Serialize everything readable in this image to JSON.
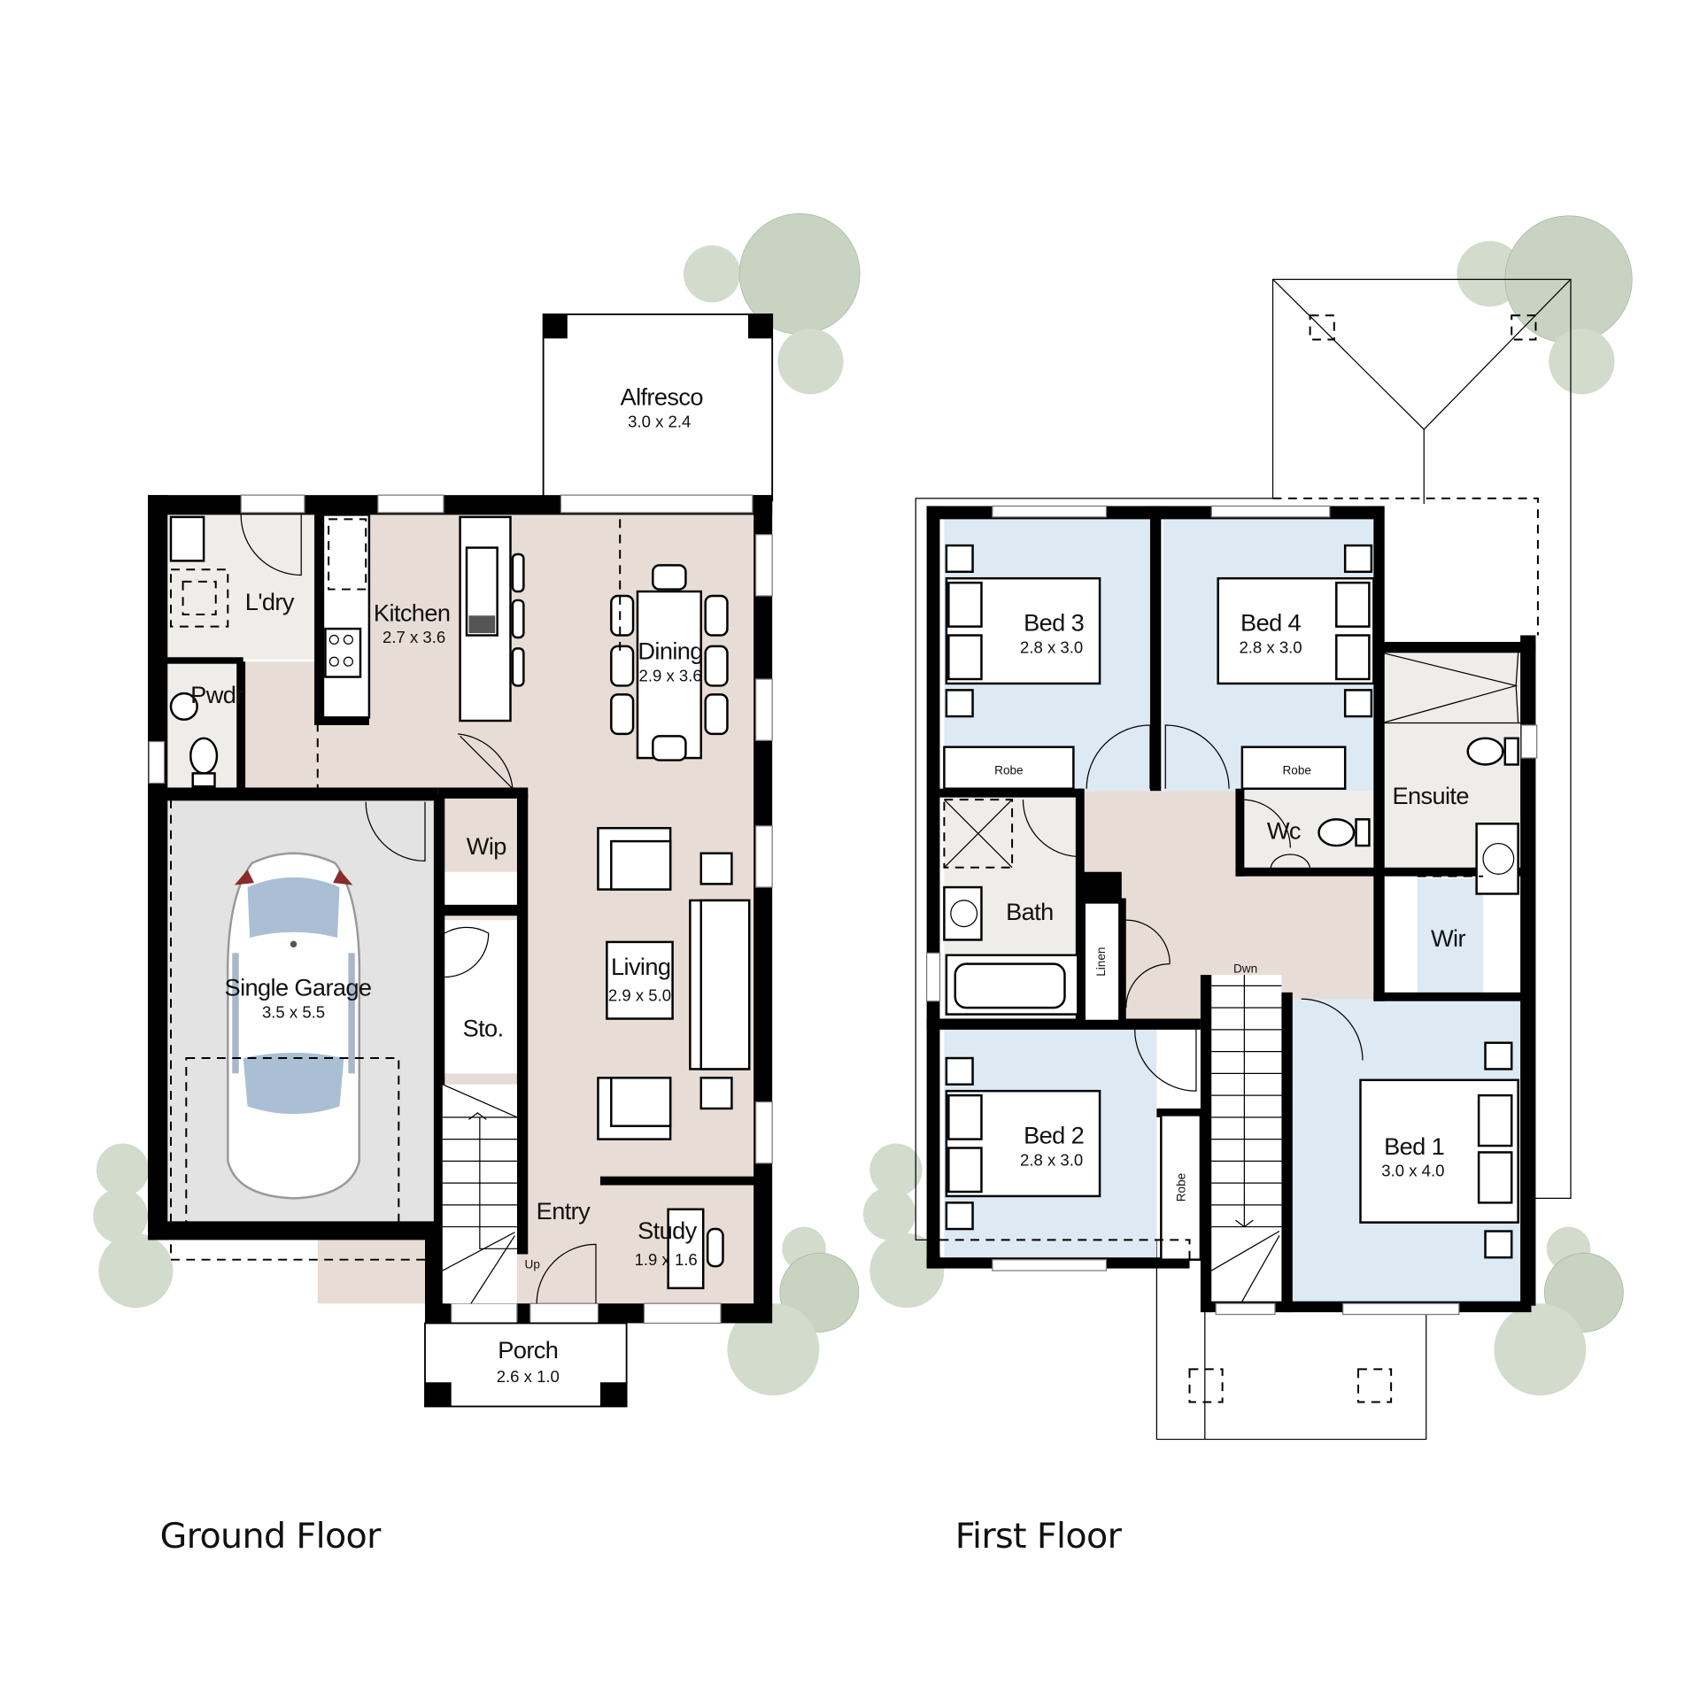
{
  "colors": {
    "living_floor": "#e8ddd6",
    "bedroom_floor": "#dde9f3",
    "wet_area_floor": "#efede9",
    "garage_floor": "#e3e3e3",
    "wall": "#000000",
    "tree": "#d3dbcc"
  },
  "ground_floor": {
    "title": "Ground Floor",
    "rooms": {
      "alfresco": {
        "name": "Alfresco",
        "dim": "3.0 x 2.4"
      },
      "laundry": {
        "name": "L'dry"
      },
      "kitchen": {
        "name": "Kitchen",
        "dim": "2.7 x 3.6"
      },
      "dining": {
        "name": "Dining",
        "dim": "2.9 x 3.6"
      },
      "powder": {
        "name": "Pwdr"
      },
      "wip": {
        "name": "Wip"
      },
      "garage": {
        "name": "Single Garage",
        "dim": "3.5 x 5.5"
      },
      "living": {
        "name": "Living",
        "dim": "2.9 x 5.0"
      },
      "storage": {
        "name": "Sto."
      },
      "entry": {
        "name": "Entry"
      },
      "study": {
        "name": "Study",
        "dim": "1.9 x 1.6"
      },
      "porch": {
        "name": "Porch",
        "dim": "2.6 x 1.0"
      }
    },
    "stair_label": "Up"
  },
  "first_floor": {
    "title": "First Floor",
    "rooms": {
      "bed3": {
        "name": "Bed 3",
        "dim": "2.8 x 3.0"
      },
      "bed4": {
        "name": "Bed 4",
        "dim": "2.8 x 3.0"
      },
      "robe_bed3": {
        "name": "Robe"
      },
      "robe_bed4": {
        "name": "Robe"
      },
      "ensuite": {
        "name": "Ensuite"
      },
      "wc": {
        "name": "Wc"
      },
      "bath": {
        "name": "Bath"
      },
      "linen": {
        "name": "Linen"
      },
      "wir": {
        "name": "Wir"
      },
      "bed2": {
        "name": "Bed 2",
        "dim": "2.8 x 3.0"
      },
      "robe_bed2": {
        "name": "Robe"
      },
      "bed1": {
        "name": "Bed 1",
        "dim": "3.0 x 4.0"
      }
    },
    "stair_label": "Dwn"
  }
}
